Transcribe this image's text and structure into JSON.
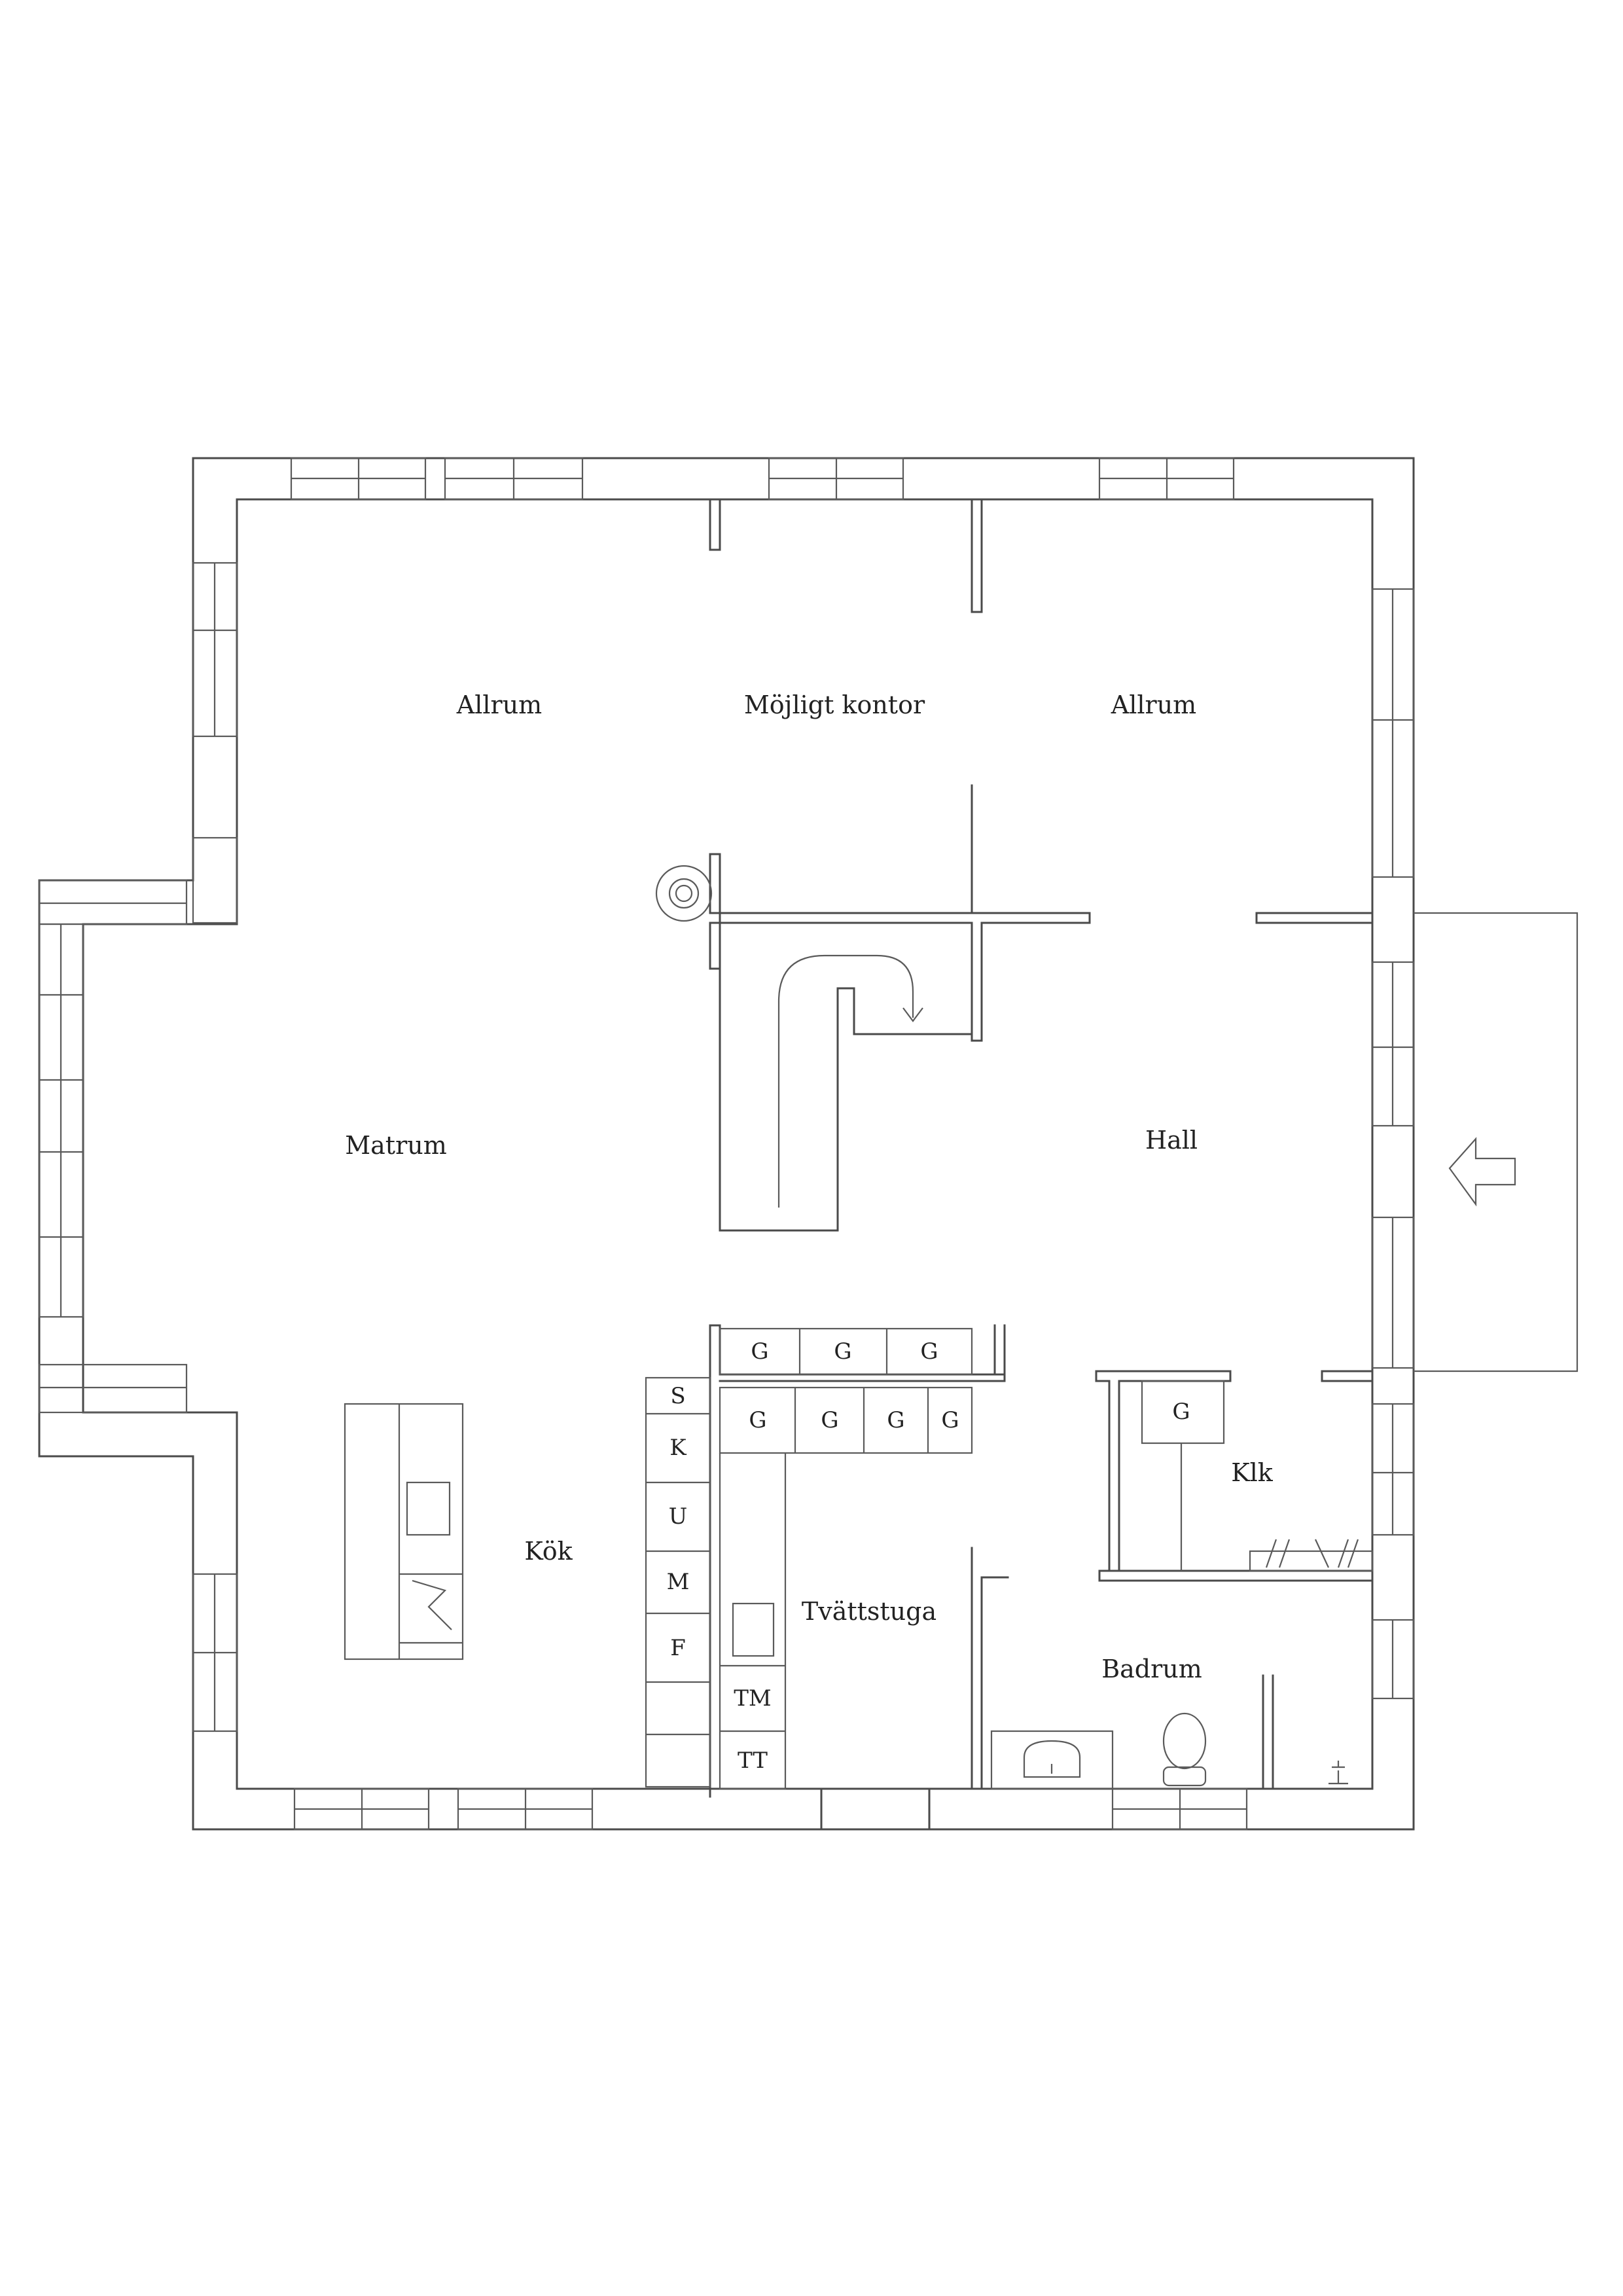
{
  "rooms": {
    "allrum_left": "Allrum",
    "kontor": "Möjligt kontor",
    "allrum_right": "Allrum",
    "matrum": "Matrum",
    "hall": "Hall",
    "kok": "Kök",
    "tvattstuga": "Tvättstuga",
    "klk": "Klk",
    "badrum": "Badrum"
  },
  "appliances": {
    "s": "S",
    "k": "K",
    "u": "U",
    "m": "M",
    "f": "F",
    "tm": "TM",
    "tt": "TT",
    "g": "G"
  },
  "colors": {
    "line": "#4a4a4a",
    "text": "#222222",
    "background": "#ffffff"
  }
}
